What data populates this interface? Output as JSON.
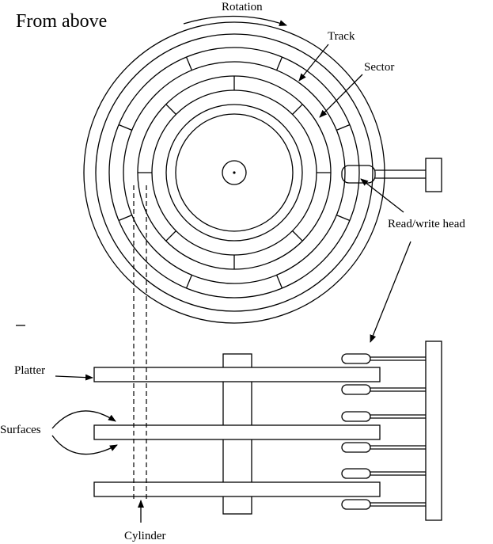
{
  "labels": {
    "title": "From above",
    "rotation": "Rotation",
    "track": "Track",
    "sector": "Sector",
    "head": "Read/write head",
    "platter": "Platter",
    "surfaces": "Surfaces",
    "cylinder": "Cylinder"
  }
}
